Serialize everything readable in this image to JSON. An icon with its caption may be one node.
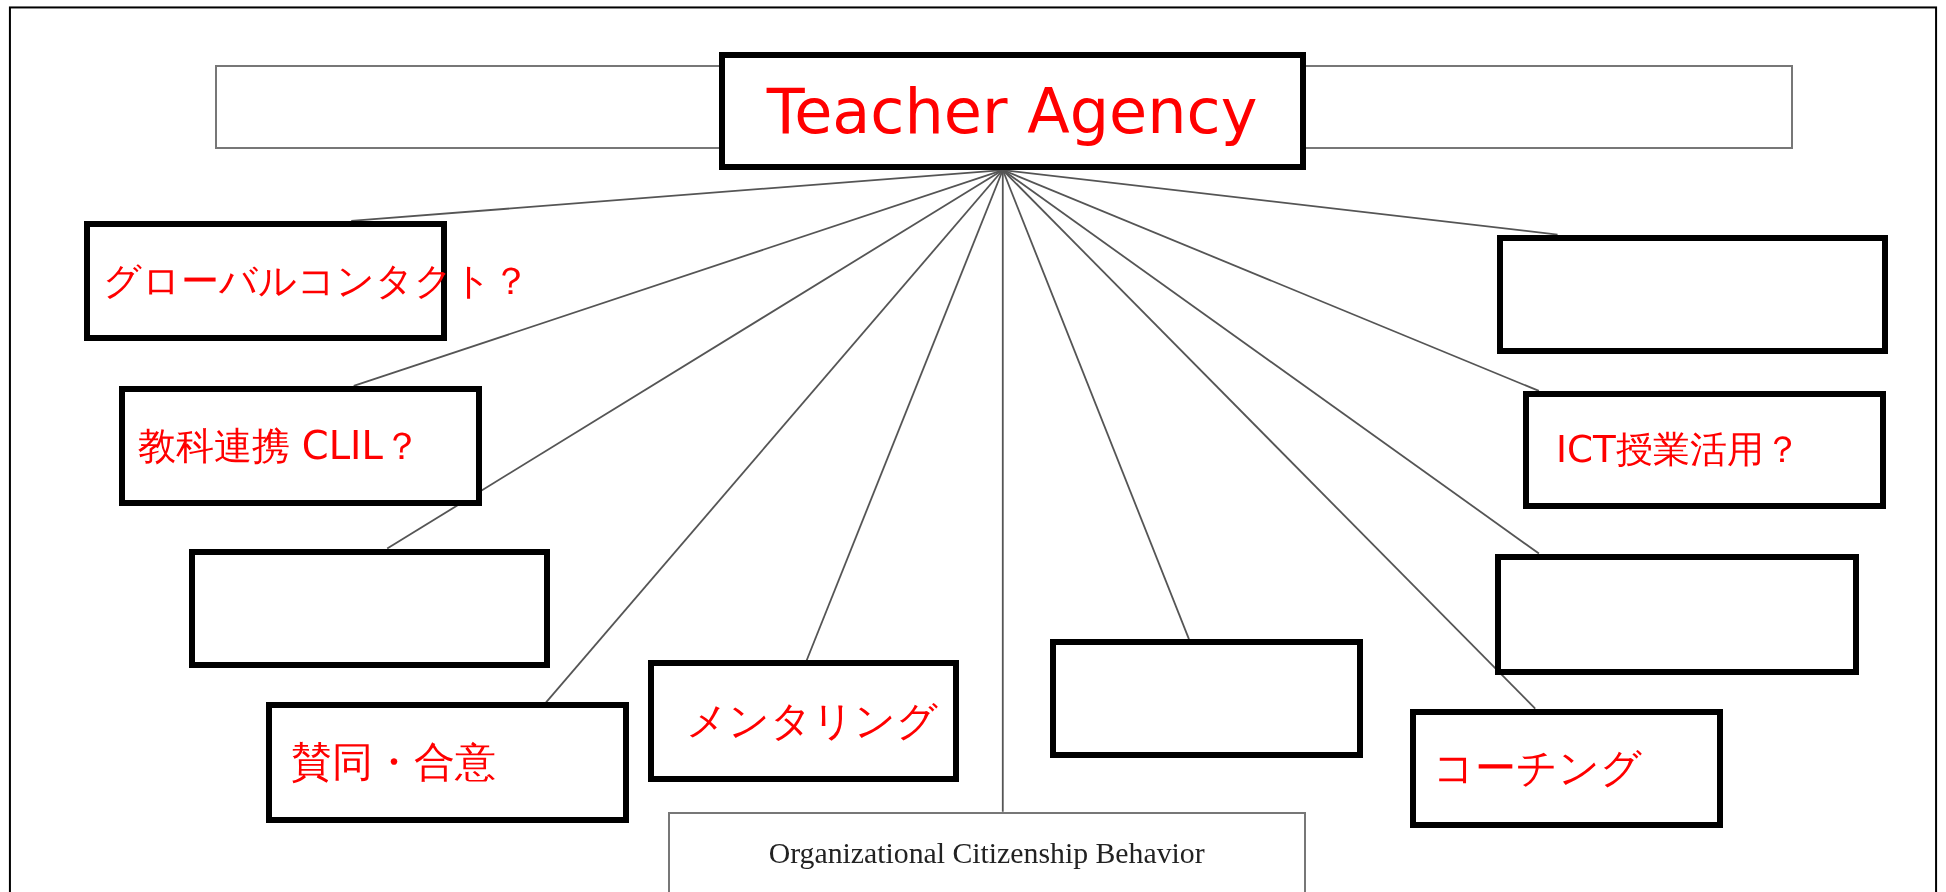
{
  "diagram": {
    "nodes": [
      {
        "text": [],
        "shape": "box"
      },
      {
        "text": [
          "Teacher Agency"
        ]
      },
      {
        "text": [
          "グローバルコンタクト？"
        ]
      },
      {
        "text": [],
        "shape": "box"
      },
      {
        "text": [
          "教科連携 CLIL？"
        ]
      },
      {
        "text": [
          "ICT授業活用？"
        ]
      },
      {
        "text": [],
        "shape": "box"
      },
      {
        "text": [],
        "shape": "box"
      },
      {
        "text": [
          "賛同・合意"
        ]
      },
      {
        "text": [
          "メンタリング"
        ]
      },
      {
        "text": [],
        "shape": "box"
      },
      {
        "text": [
          "コーチング"
        ]
      },
      {
        "text": [
          "Organizational Citizenship Behavior"
        ]
      }
    ],
    "edges": [
      {
        "from": 1,
        "to": 2,
        "arrow": "none"
      },
      {
        "from": 1,
        "to": 3,
        "arrow": "none"
      },
      {
        "from": 1,
        "to": 4,
        "arrow": "none"
      },
      {
        "from": 1,
        "to": 5,
        "arrow": "none"
      },
      {
        "from": 1,
        "to": 6,
        "arrow": "none"
      },
      {
        "from": 1,
        "to": 7,
        "arrow": "none"
      },
      {
        "from": 1,
        "to": 8,
        "arrow": "none"
      },
      {
        "from": 1,
        "to": 9,
        "arrow": "none"
      },
      {
        "from": 1,
        "to": 10,
        "arrow": "none"
      },
      {
        "from": 1,
        "to": 11,
        "arrow": "none"
      },
      {
        "from": 1,
        "to": 12,
        "arrow": "none"
      }
    ]
  }
}
